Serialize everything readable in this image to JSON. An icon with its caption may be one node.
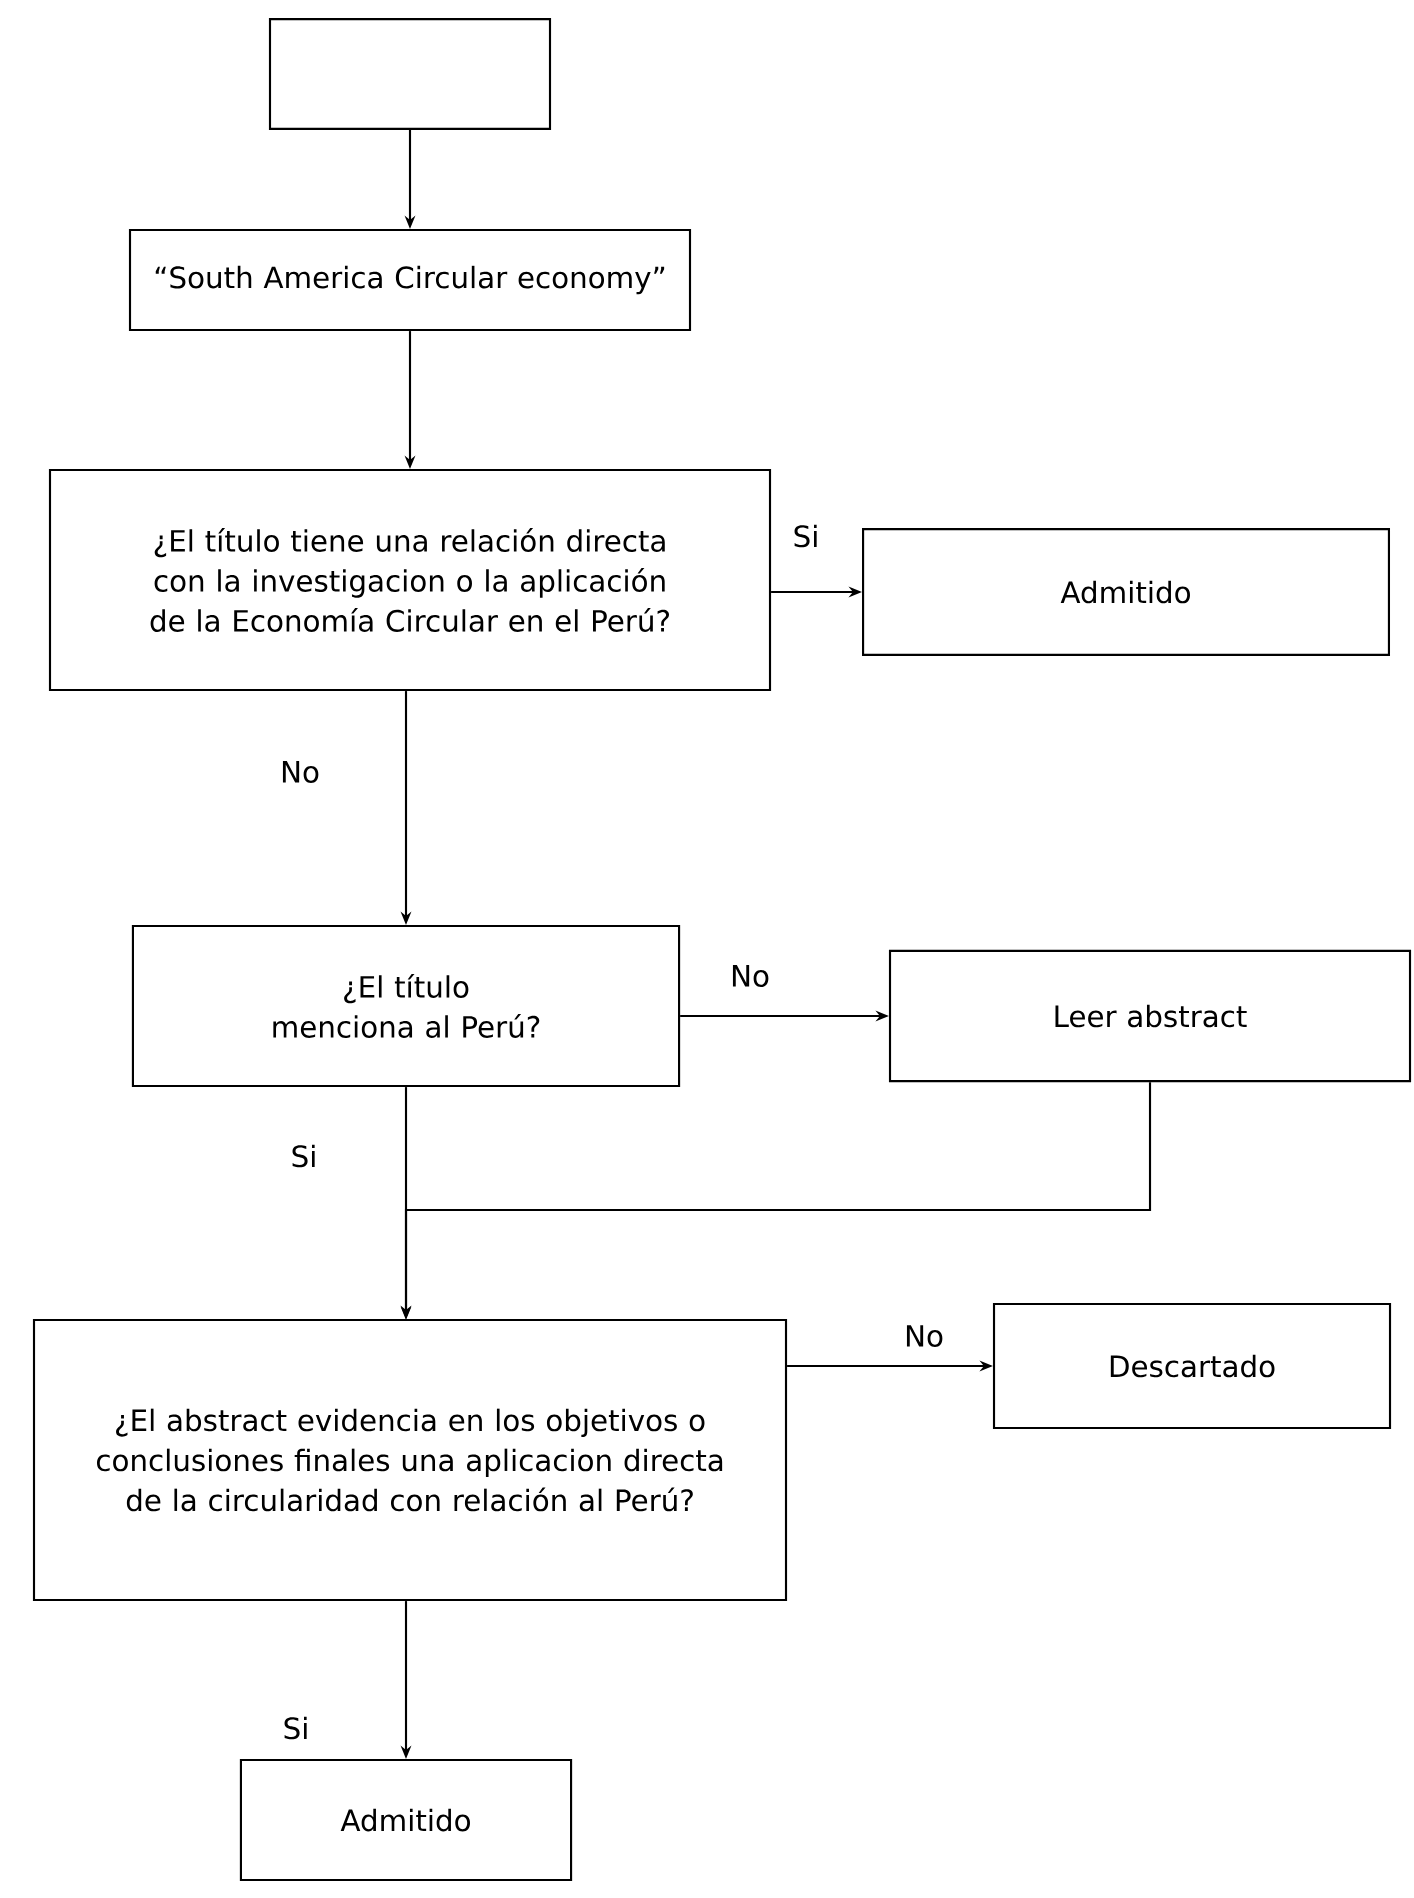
{
  "diagram": {
    "nodes": [
      {
        "text": [],
        "shape": "box"
      },
      {
        "text": [
          "“South America Circular economy”"
        ]
      },
      {
        "text": [
          "¿El título tiene una relación directa con la investigacion o la aplicación de la Economía Circular en el Perú?"
        ]
      },
      {
        "text": [
          "Admitido"
        ]
      },
      {
        "text": [
          "¿El título menciona al Perú?"
        ]
      },
      {
        "text": [
          "Leer abstract"
        ]
      },
      {
        "text": [
          "¿El abstract evidencia en los objetivos o conclusiones finales una aplicacion directa de la circularidad con relación al Perú?"
        ]
      },
      {
        "text": [
          "Descartado"
        ]
      },
      {
        "text": [
          "Admitido"
        ]
      }
    ],
    "edges": [
      {
        "from": 0,
        "to": 1,
        "arrow": "to"
      },
      {
        "from": 1,
        "to": 2,
        "arrow": "to"
      },
      {
        "from": 2,
        "to": 3,
        "arrow": "to",
        "label": "Si"
      },
      {
        "from": 2,
        "to": 4,
        "arrow": "to",
        "label": "No"
      },
      {
        "from": 4,
        "to": 5,
        "arrow": "to",
        "label": "No"
      },
      {
        "from": 4,
        "to": 6,
        "arrow": "to",
        "label": "Si"
      },
      {
        "from": 5,
        "to": 6,
        "arrow": "to"
      },
      {
        "from": 6,
        "to": 7,
        "arrow": "to",
        "label": "No"
      },
      {
        "from": 6,
        "to": 8,
        "arrow": "to",
        "label": "Si"
      }
    ]
  }
}
